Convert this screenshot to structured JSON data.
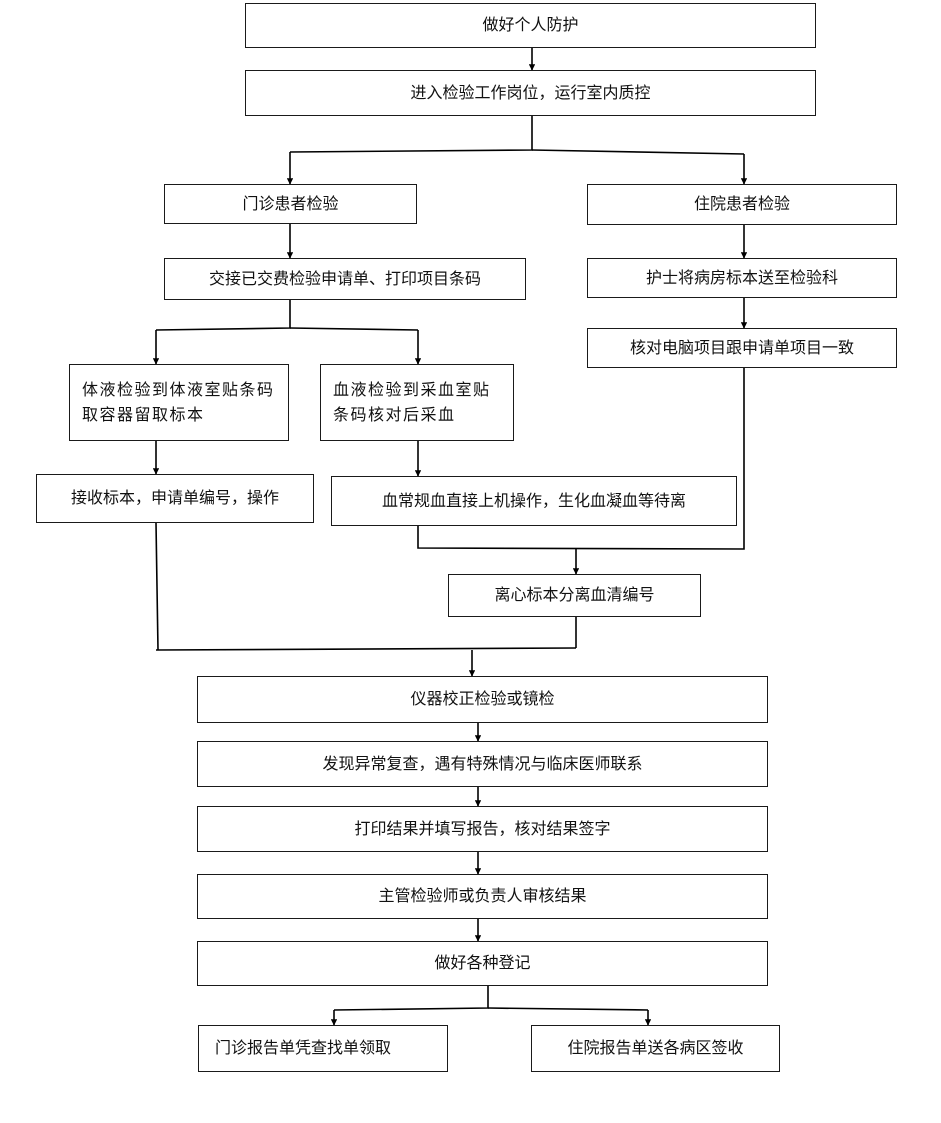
{
  "steps": {
    "protect": "做好个人防护",
    "enter_post": "进入检验工作岗位，运行室内质控",
    "outpatient_test": "门诊患者检验",
    "inpatient_test": "住院患者检验",
    "handover": "交接已交费检验申请单、打印项目条码",
    "nurse_send": "护士将病房标本送至检验科",
    "verify_items": "核对电脑项目跟申请单项目一致",
    "body_fluid": "体液检验到体液室贴条码取容器留取标本",
    "blood_draw": "血液检验到采血室贴条码核对后采血",
    "receive": "接收标本，申请单编号，操作",
    "blood_routine": "血常规血直接上机操作，生化血凝血等待离",
    "centrifuge": "离心标本分离血清编号",
    "calibrate": "仪器校正检验或镜检",
    "abnormal": "发现异常复查，遇有特殊情况与临床医师联系",
    "print_report": "打印结果并填写报告，核对结果签字",
    "review": "主管检验师或负责人审核结果",
    "register": "做好各种登记",
    "outpatient_report": "门诊报告单凭查找单领取",
    "inpatient_report": "住院报告单送各病区签收"
  }
}
